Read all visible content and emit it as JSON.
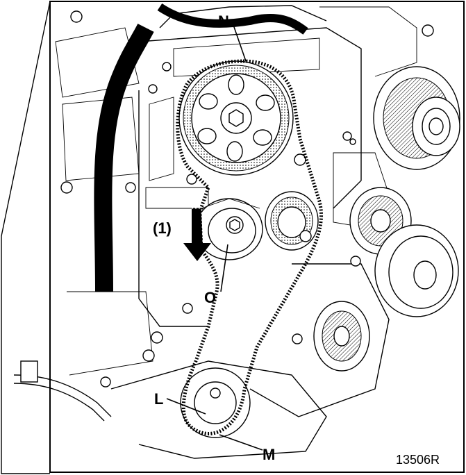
{
  "labels": {
    "N": "N",
    "one": "(1)",
    "O": "O",
    "L": "L",
    "M": "M"
  },
  "reference": "13506R"
}
